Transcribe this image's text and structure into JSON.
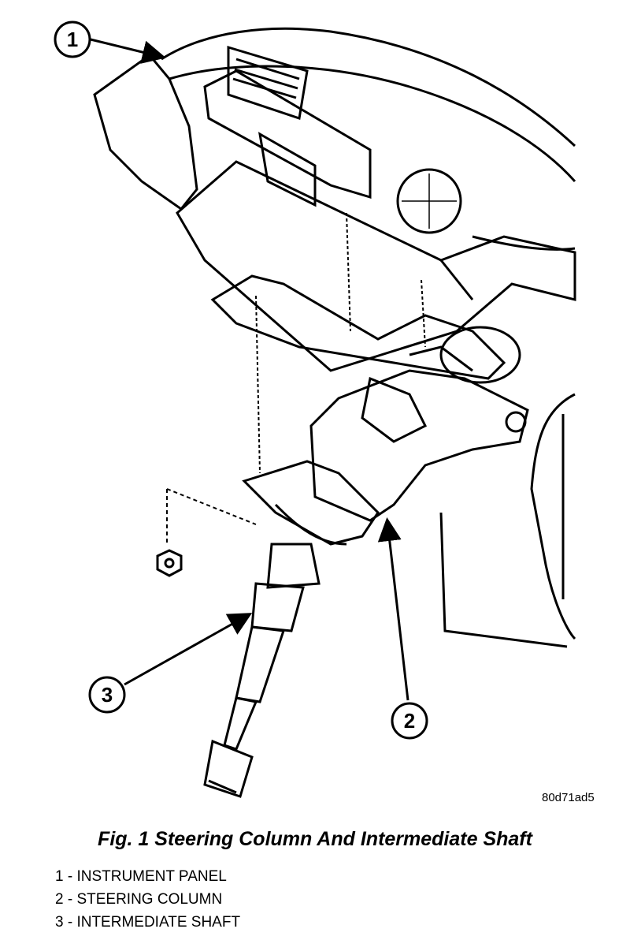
{
  "callouts": [
    {
      "number": "1",
      "part": "INSTRUMENT PANEL"
    },
    {
      "number": "2",
      "part": "STEERING COLUMN"
    },
    {
      "number": "3",
      "part": "INTERMEDIATE SHAFT"
    }
  ],
  "reference_code": "80d71ad5",
  "caption": "Fig. 1 Steering Column And Intermediate Shaft",
  "legend": [
    "1 - INSTRUMENT PANEL",
    "2 - STEERING COLUMN",
    "3 - INTERMEDIATE SHAFT"
  ],
  "colors": {
    "line": "#000000",
    "background": "#ffffff"
  }
}
